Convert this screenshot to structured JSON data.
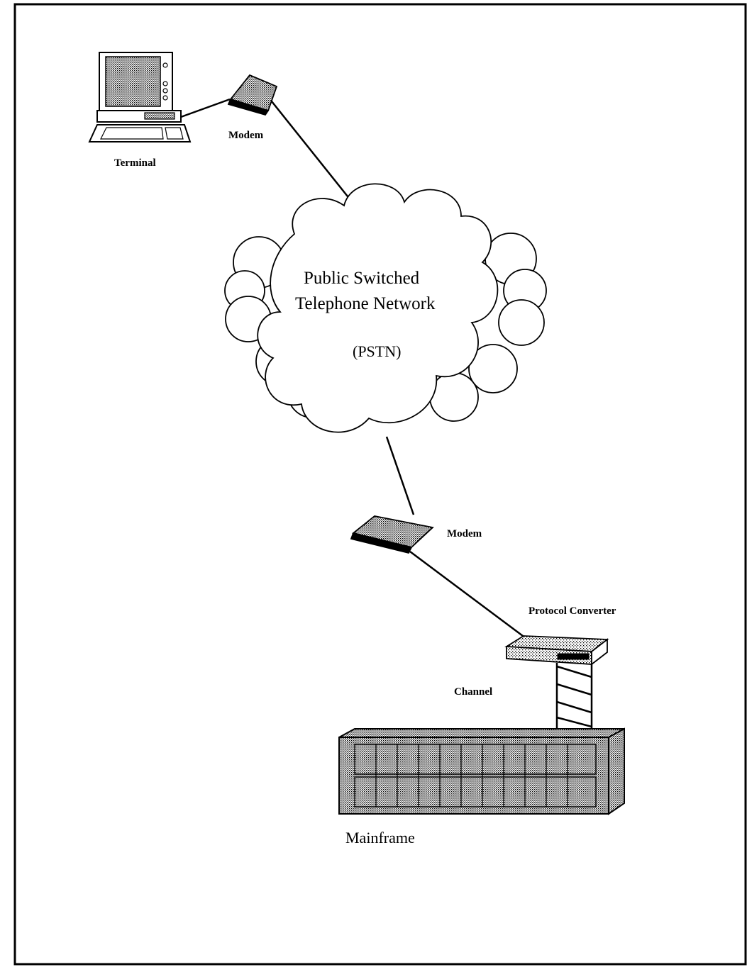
{
  "diagram": {
    "nodes": {
      "terminal": {
        "label": "Terminal"
      },
      "modem_top": {
        "label": "Modem"
      },
      "pstn": {
        "line1": "Public Switched",
        "line2": "Telephone Network",
        "abbrev": "(PSTN)"
      },
      "modem_bottom": {
        "label": "Modem"
      },
      "protocol_converter": {
        "label": "Protocol Converter"
      },
      "channel": {
        "label": "Channel"
      },
      "mainframe": {
        "label": "Mainframe"
      }
    },
    "edges": [
      {
        "from": "terminal",
        "to": "modem_top"
      },
      {
        "from": "modem_top",
        "to": "pstn"
      },
      {
        "from": "pstn",
        "to": "modem_bottom"
      },
      {
        "from": "modem_bottom",
        "to": "protocol_converter"
      },
      {
        "from": "protocol_converter",
        "to": "mainframe",
        "via": "channel"
      }
    ]
  }
}
